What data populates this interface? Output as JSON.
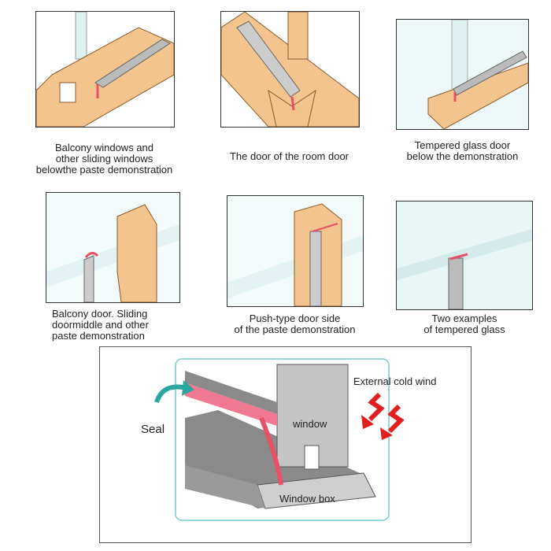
{
  "panels": [
    {
      "caption_lines": [
        "Balcony windows and",
        "other sliding windows",
        "belowthe paste demonstration"
      ]
    },
    {
      "caption_lines": [
        "The door of the room door"
      ]
    },
    {
      "caption_lines": [
        "Tempered glass door",
        "below the demonstration"
      ]
    },
    {
      "caption_lines": [
        "Balcony door. Sliding",
        "doormiddle and other",
        "paste demonstration"
      ]
    },
    {
      "caption_lines": [
        "Push-type door side",
        "of the paste demonstration"
      ]
    },
    {
      "caption_lines": [
        "Two examples",
        "of tempered glass"
      ]
    }
  ],
  "diagram": {
    "seal_label": "Seal",
    "wind_label": "External cold wind",
    "window_label": "window",
    "window_box_label": "Window box"
  },
  "colors": {
    "wood": "#f3c48e",
    "seal": "#e8506a",
    "glass": "#dff0f0",
    "arrow_red": "#e02020",
    "arrow_teal": "#2aa5a0"
  }
}
